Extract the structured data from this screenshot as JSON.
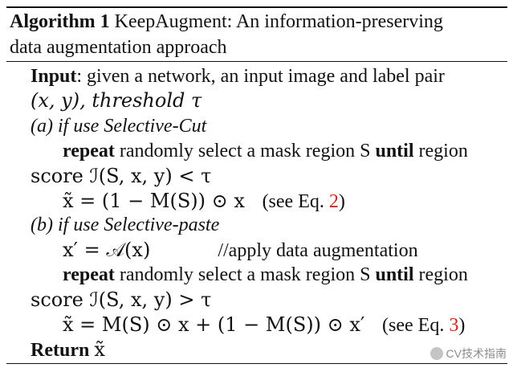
{
  "algorithm": {
    "label": "Algorithm 1",
    "title_line1": "KeepAugment:  An information-preserving",
    "title_line2": "data augmentation approach",
    "input_keyword": "Input",
    "input_text": ": given a network, an input image and label pair",
    "input_text2": "(x, y), threshold τ",
    "a_header": "(a) if use Selective-Cut",
    "a_line1_kw1": "repeat",
    "a_line1_mid": " randomly select a mask region S ",
    "a_line1_kw2": "until",
    "a_line1_end": " region",
    "a_line2": "score ℐ(S, x, y) < τ",
    "a_line3_expr": "x̃ = (1 − M(S)) ⊙ x",
    "a_line3_ref_pre": "(see Eq. ",
    "a_line3_ref_num": "2",
    "a_line3_ref_post": ")",
    "b_header": "(b) if use Selective-paste",
    "b_line1_expr": "x′ = 𝒜(x)",
    "b_line1_comment": "//apply data augmentation",
    "b_line2_kw1": "repeat",
    "b_line2_mid": " randomly select a mask region S ",
    "b_line2_kw2": "until",
    "b_line2_end": " region",
    "b_line3": "score ℐ(S, x, y) > τ",
    "b_line4_expr": "x̃ = M(S) ⊙ x + (1 − M(S)) ⊙ x′",
    "b_line4_ref_pre": "(see Eq. ",
    "b_line4_ref_num": "3",
    "b_line4_ref_post": ")",
    "return_kw": "Return",
    "return_val": "x̃"
  },
  "watermark": {
    "text": "CV技术指南"
  },
  "colors": {
    "ref": "#d9241b",
    "text": "#111111"
  }
}
